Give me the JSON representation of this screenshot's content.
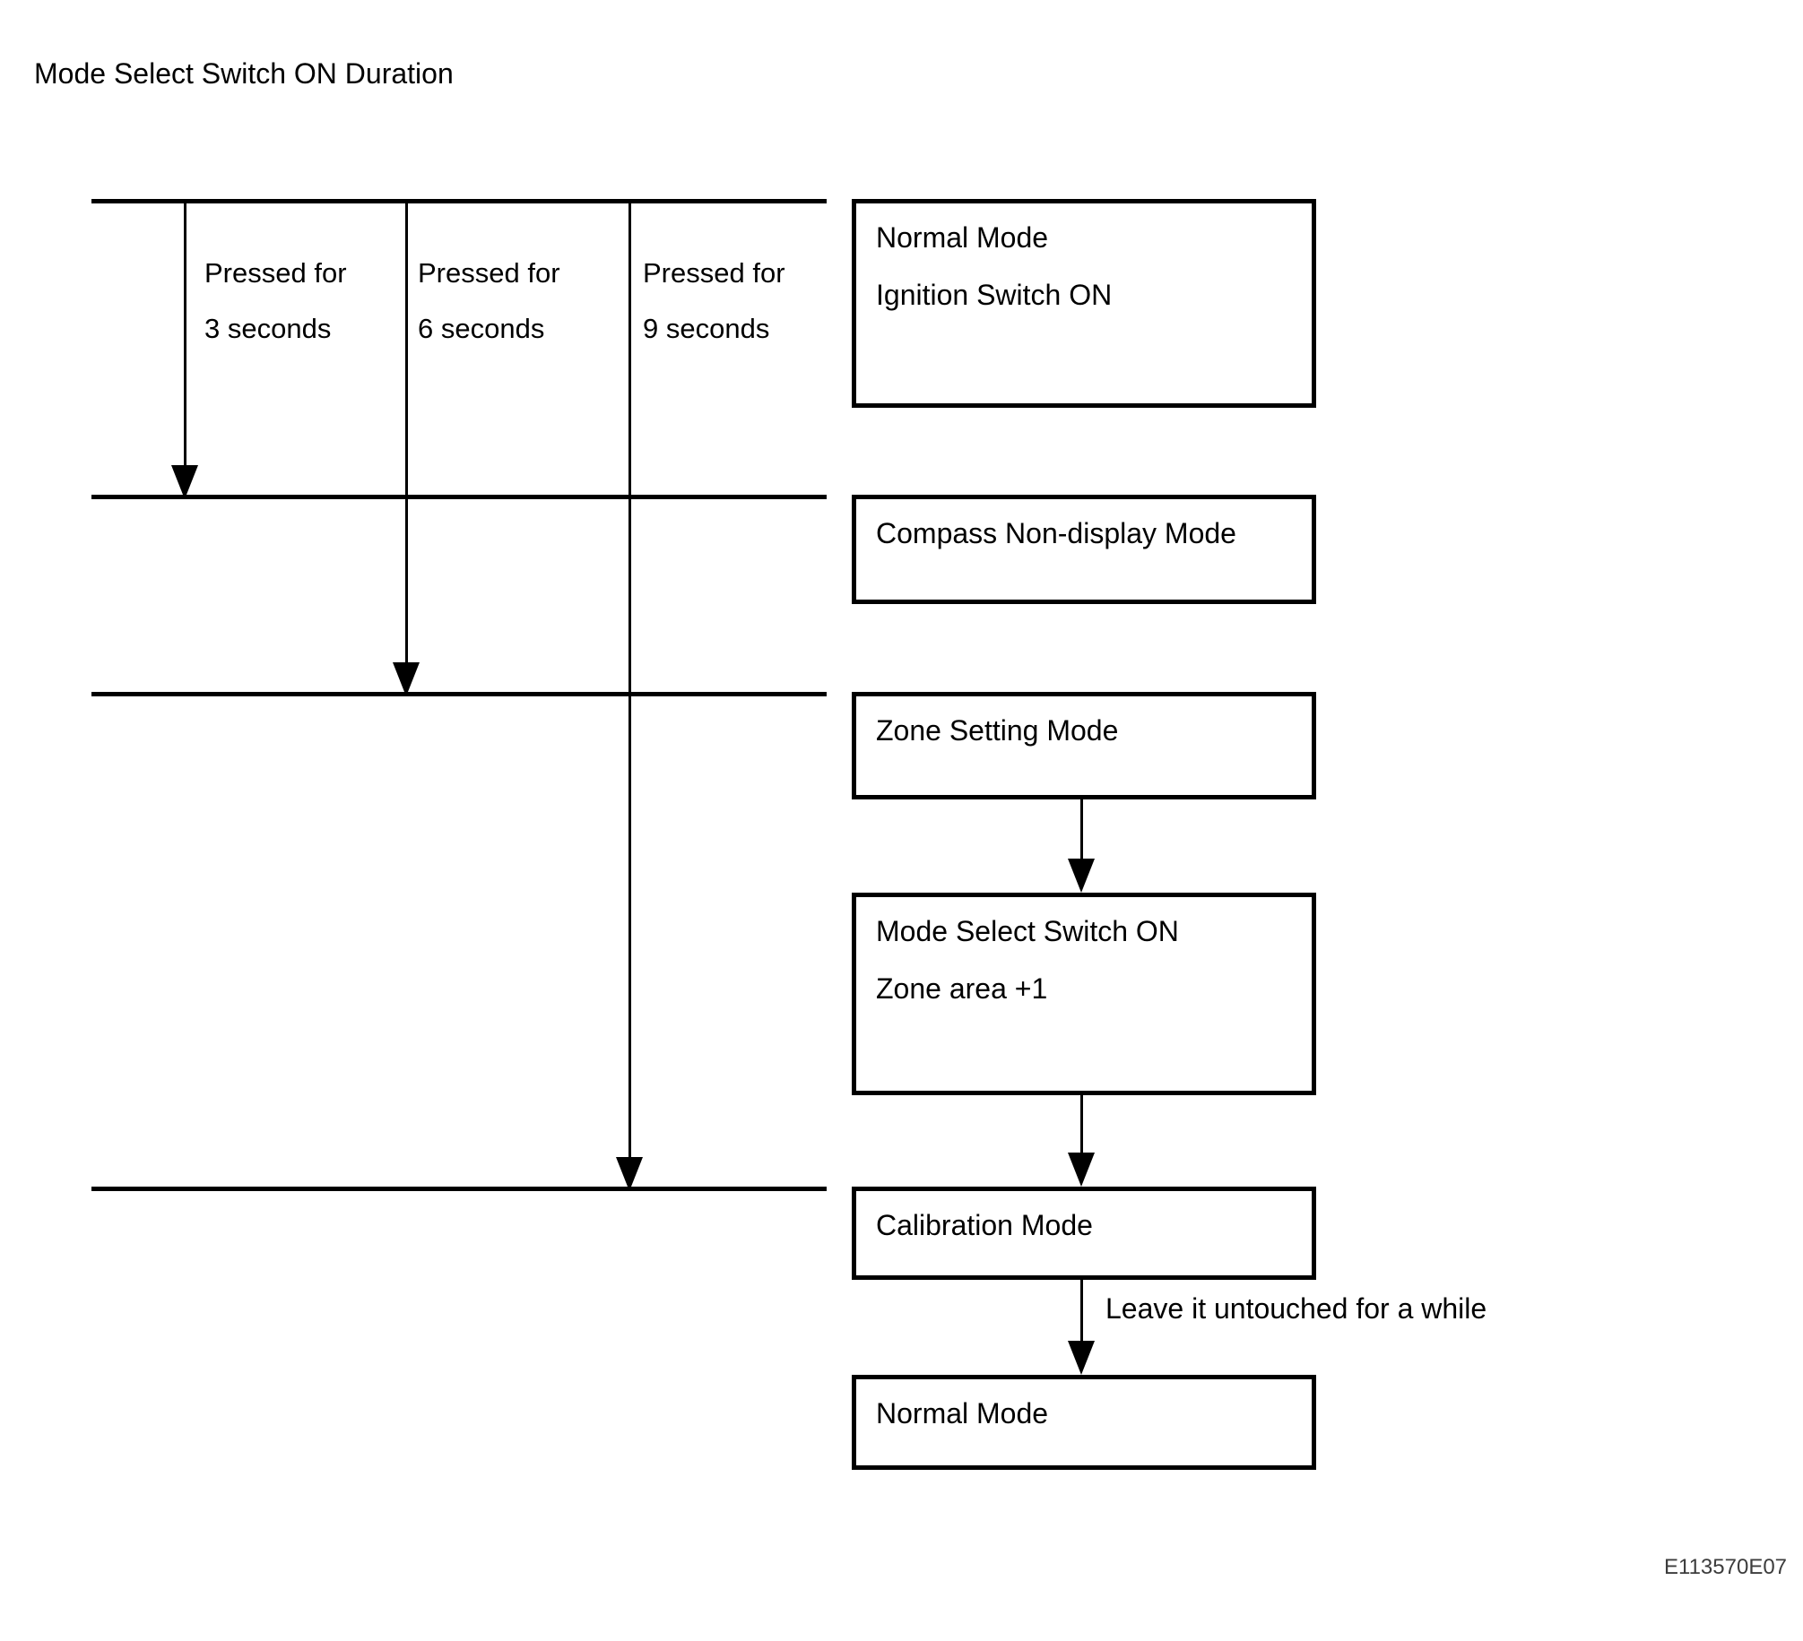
{
  "diagram": {
    "title": "Mode Select Switch ON Duration",
    "press_labels": [
      {
        "line1": "Pressed for",
        "line2": "3 seconds"
      },
      {
        "line1": "Pressed for",
        "line2": "6 seconds"
      },
      {
        "line1": "Pressed for",
        "line2": "9 seconds"
      }
    ],
    "boxes": [
      {
        "lines": [
          "Normal Mode",
          "Ignition Switch ON"
        ]
      },
      {
        "lines": [
          "Compass Non-display Mode"
        ]
      },
      {
        "lines": [
          "Zone Setting Mode"
        ]
      },
      {
        "lines": [
          "Mode Select Switch ON",
          "Zone area +1"
        ]
      },
      {
        "lines": [
          "Calibration Mode"
        ]
      },
      {
        "lines": [
          "Normal Mode"
        ]
      }
    ],
    "arrow_annotation": "Leave it untouched for a while",
    "figure_code": "E113570E07",
    "icons": {
      "arrowhead_down": "solid-triangle-down"
    },
    "colors": {
      "line": "#000000",
      "text": "#000000",
      "background": "#ffffff",
      "figure_code_text": "#3c3c3c"
    }
  }
}
